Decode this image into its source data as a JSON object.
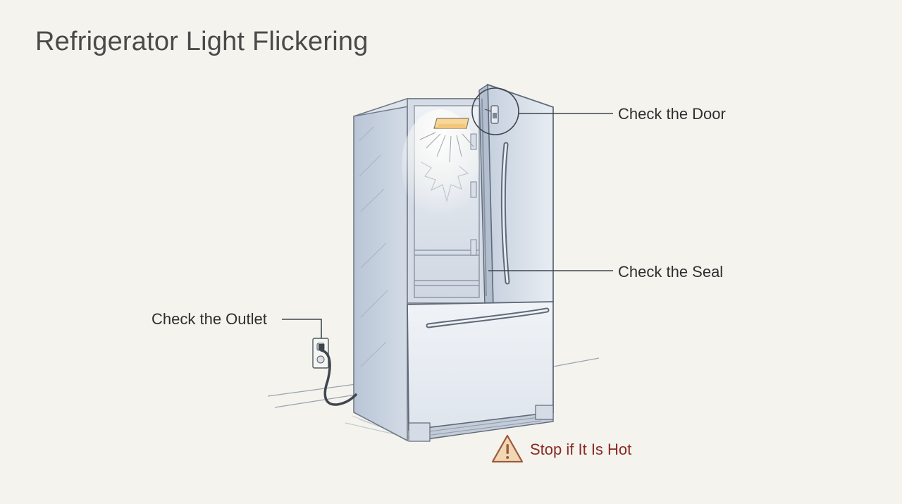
{
  "title": "Refrigerator Light Flickering",
  "callouts": {
    "door": "Check the Door",
    "seal": "Check the Seal",
    "outlet": "Check the Outlet",
    "warning": "Stop if It Is Hot"
  },
  "colors": {
    "background": "#f4f3ee",
    "title_text": "#4a4a4a",
    "label_text": "#2f2f2f",
    "warning_text": "#8b2a24",
    "warning_icon_fill": "#f1d7b4",
    "warning_icon_stroke": "#9c5a3c",
    "fridge_body": "#c9d3e0",
    "light_glow": "#f3c77a"
  },
  "icons": {
    "warning": "warning-triangle-icon"
  }
}
